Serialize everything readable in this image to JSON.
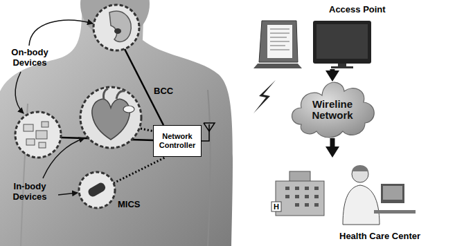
{
  "diagram": {
    "nodes": [
      {
        "text": [
          "Access Point"
        ]
      },
      {
        "text": [
          "Network Controller"
        ]
      },
      {
        "text": [
          "Wireline Network"
        ]
      },
      {
        "text": [
          "Health Care Center"
        ]
      }
    ],
    "edges": [
      {
        "from": 0,
        "to": 2,
        "arrow": "to"
      },
      {
        "from": 2,
        "to": 3,
        "arrow": "to"
      }
    ],
    "labels": [
      "On-body Devices",
      "BCC",
      "In-body Devices",
      "MICS",
      "H"
    ]
  }
}
